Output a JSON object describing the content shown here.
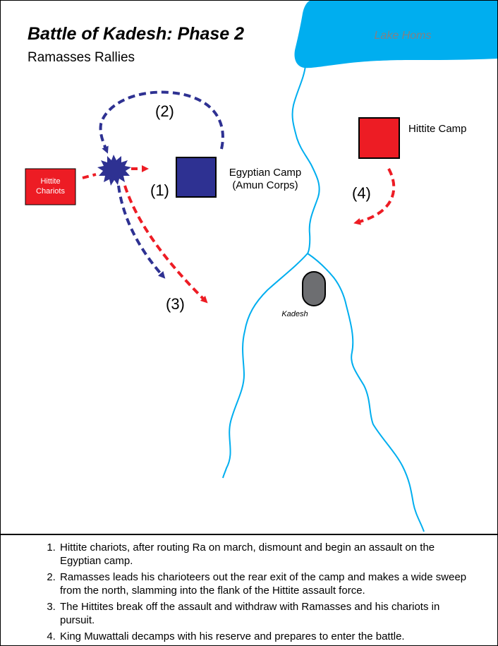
{
  "map": {
    "title": "Battle of Kadesh: Phase 2",
    "subtitle": "Ramasses Rallies",
    "lake_label": "Lake Homs",
    "hittite_chariots_label_line1": "Hittite",
    "hittite_chariots_label_line2": "Chariots",
    "egyptian_camp_label_line1": "Egyptian Camp",
    "egyptian_camp_label_line2": "(Amun Corps)",
    "hittite_camp_label": "Hittite Camp",
    "city_label": "Kadesh",
    "markers": {
      "m1": "(1)",
      "m2": "(2)",
      "m3": "(3)",
      "m4": "(4)"
    },
    "colors": {
      "egyptian": "#2e3192",
      "hittite": "#ed1c24",
      "water": "#00aeef",
      "city": "#6d6e71"
    }
  },
  "legend": {
    "items": [
      "Hittite chariots, after routing Ra on march, dismount and begin an assault on the Egyptian camp.",
      "Ramasses leads his charioteers out the rear exit of the camp and makes a wide sweep from the north, slamming into the flank of the Hittite assault force.",
      "The Hittites break off the assault and withdraw with Ramasses and his chariots in pursuit.",
      "King Muwattali decamps with his reserve and prepares to enter the battle."
    ]
  }
}
